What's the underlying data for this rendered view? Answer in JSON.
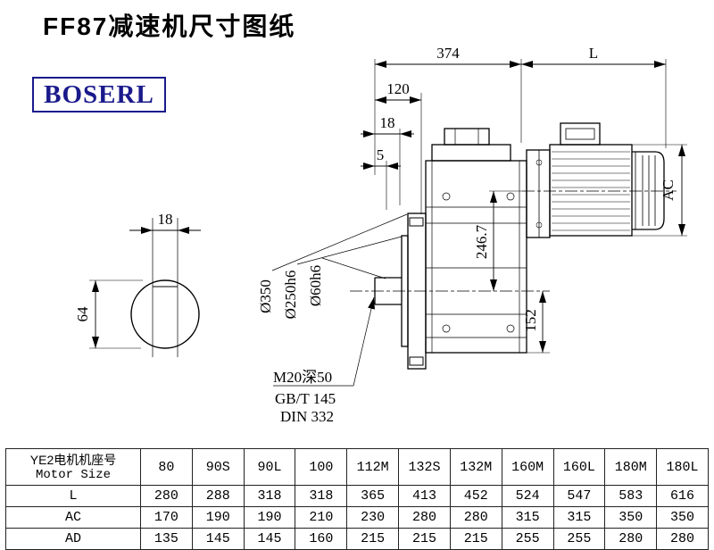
{
  "page": {
    "title": "FF87减速机尺寸图纸",
    "logo": "BOSERL"
  },
  "colors": {
    "logo": "#1a1a8c",
    "line": "#000000",
    "background": "#ffffff"
  },
  "drawing": {
    "dim_374": "374",
    "dim_L": "L",
    "dim_120": "120",
    "dim_18": "18",
    "dim_5": "5",
    "key_width": "18",
    "dim_64": "64",
    "dim_246_7": "246.7",
    "dim_152": "152",
    "dim_AC": "AC",
    "dia_flange": "Ø350",
    "dia_spigot": "Ø250h6",
    "dia_shaft": "Ø60h6",
    "note_tap": "M20深50",
    "note_gb": "GB/T 145",
    "note_din": "DIN 332"
  },
  "table": {
    "header_cn": "YE2电机机座号",
    "header_en": "Motor Size",
    "columns": [
      "80",
      "90S",
      "90L",
      "100",
      "112M",
      "132S",
      "132M",
      "160M",
      "160L",
      "180M",
      "180L"
    ],
    "rows": [
      {
        "label": "L",
        "values": [
          280,
          288,
          318,
          318,
          365,
          413,
          452,
          524,
          547,
          583,
          616
        ]
      },
      {
        "label": "AC",
        "values": [
          170,
          190,
          190,
          210,
          230,
          280,
          280,
          315,
          315,
          350,
          350
        ]
      },
      {
        "label": "AD",
        "values": [
          135,
          145,
          145,
          160,
          215,
          215,
          215,
          255,
          255,
          280,
          280
        ]
      }
    ]
  }
}
